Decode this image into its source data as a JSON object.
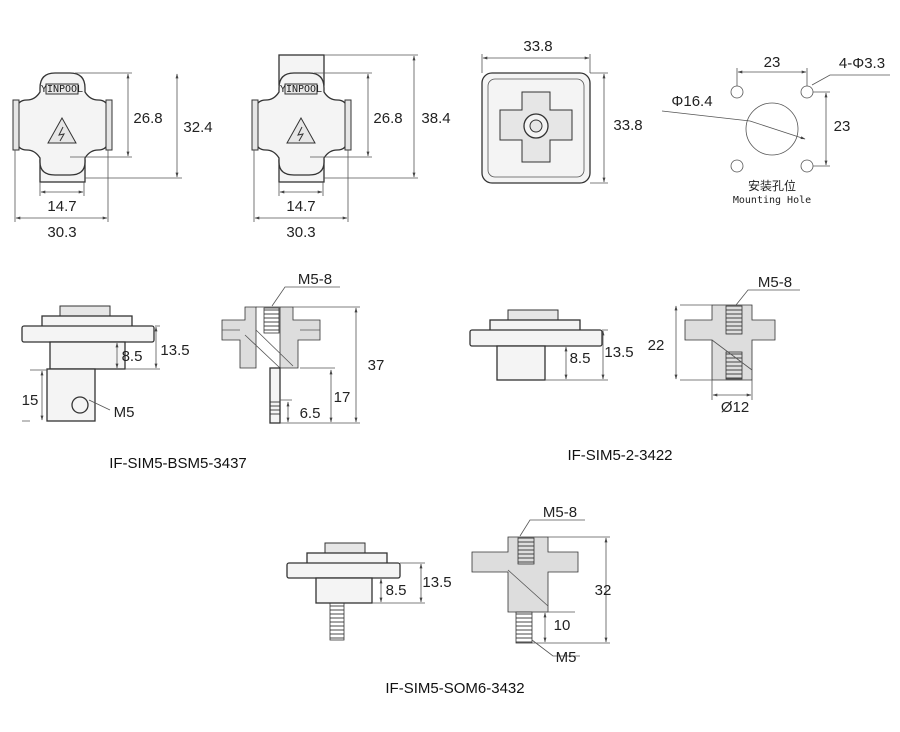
{
  "top_views": {
    "view1": {
      "dim_inner": "26.8",
      "dim_height": "32.4",
      "dim_neck": "14.7",
      "dim_width": "30.3"
    },
    "view2": {
      "dim_inner": "26.8",
      "dim_height": "38.4",
      "dim_neck": "14.7",
      "dim_width": "30.3"
    },
    "square_view": {
      "dim_width": "33.8",
      "dim_height": "33.8"
    },
    "mounting_hole": {
      "dim_h_spacing": "23",
      "dim_small_holes": "4-Φ3.3",
      "dim_center_hole": "Φ16.4",
      "dim_v_spacing": "23",
      "title_cn": "安装孔位",
      "title_en": "Mounting Hole"
    },
    "logo_text": "YINPOOL"
  },
  "models": [
    {
      "name": "IF-SIM5-BSM5-3437",
      "side": {
        "dim_a": "8.5",
        "dim_b": "13.5",
        "dim_shaft": "15",
        "hole": "M5"
      },
      "section": {
        "thread": "M5-8",
        "dim_total": "37",
        "dim_stud": "17",
        "dim_thread": "6.5"
      }
    },
    {
      "name": "IF-SIM5-2-3422",
      "side": {
        "dim_a": "8.5",
        "dim_b": "13.5"
      },
      "section": {
        "thread": "M5-8",
        "dim_height": "22",
        "dim_dia": "Ø12"
      }
    },
    {
      "name": "IF-SIM5-SOM6-3432",
      "side": {
        "dim_a": "8.5",
        "dim_b": "13.5"
      },
      "section": {
        "thread": "M5-8",
        "dim_total": "32",
        "dim_thread": "10",
        "stud": "M5"
      }
    }
  ]
}
